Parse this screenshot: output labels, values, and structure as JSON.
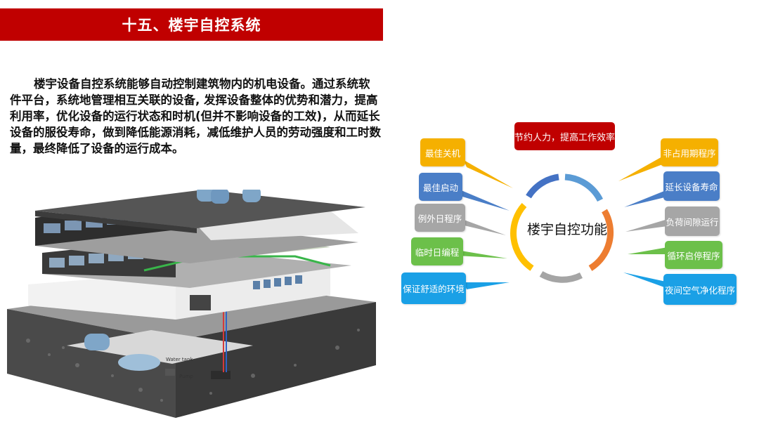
{
  "title": "十五、楼宇自控系统",
  "intro": "楼宇设备自控系统能够自动控制建筑物内的机电设备。通过系统软件平台，系统地管理相互关联的设备, 发挥设备整体的优势和潜力，提高利用率，优化设备的运行状态和时机(但并不影响设备的工效)，从而延长设备的服役寿命，做到降低能源消耗，减低维护人员的劳动强度和工时数量，最终降低了设备的运行成本。",
  "building_labels": {
    "water_tank": "Water tank",
    "pump": "Pump"
  },
  "diagram": {
    "center": "楼宇自控功能",
    "header": "节约人力，提高工作效率",
    "left_items": [
      "最佳关机",
      "最佳启动",
      "例外日程序",
      "临时日编程",
      "保证舒适的环境"
    ],
    "right_items": [
      "非占用期程序",
      "延长设备寿命",
      "负荷间隙运行",
      "循环启停程序",
      "夜间空气净化程序"
    ],
    "colors": {
      "red": "#c00000",
      "yellow": "#f5b000",
      "blue": "#4a7ec7",
      "gray": "#a6a6a6",
      "green": "#6cc04a",
      "cyan": "#1aa0e6",
      "orange": "#ed7d31"
    }
  }
}
